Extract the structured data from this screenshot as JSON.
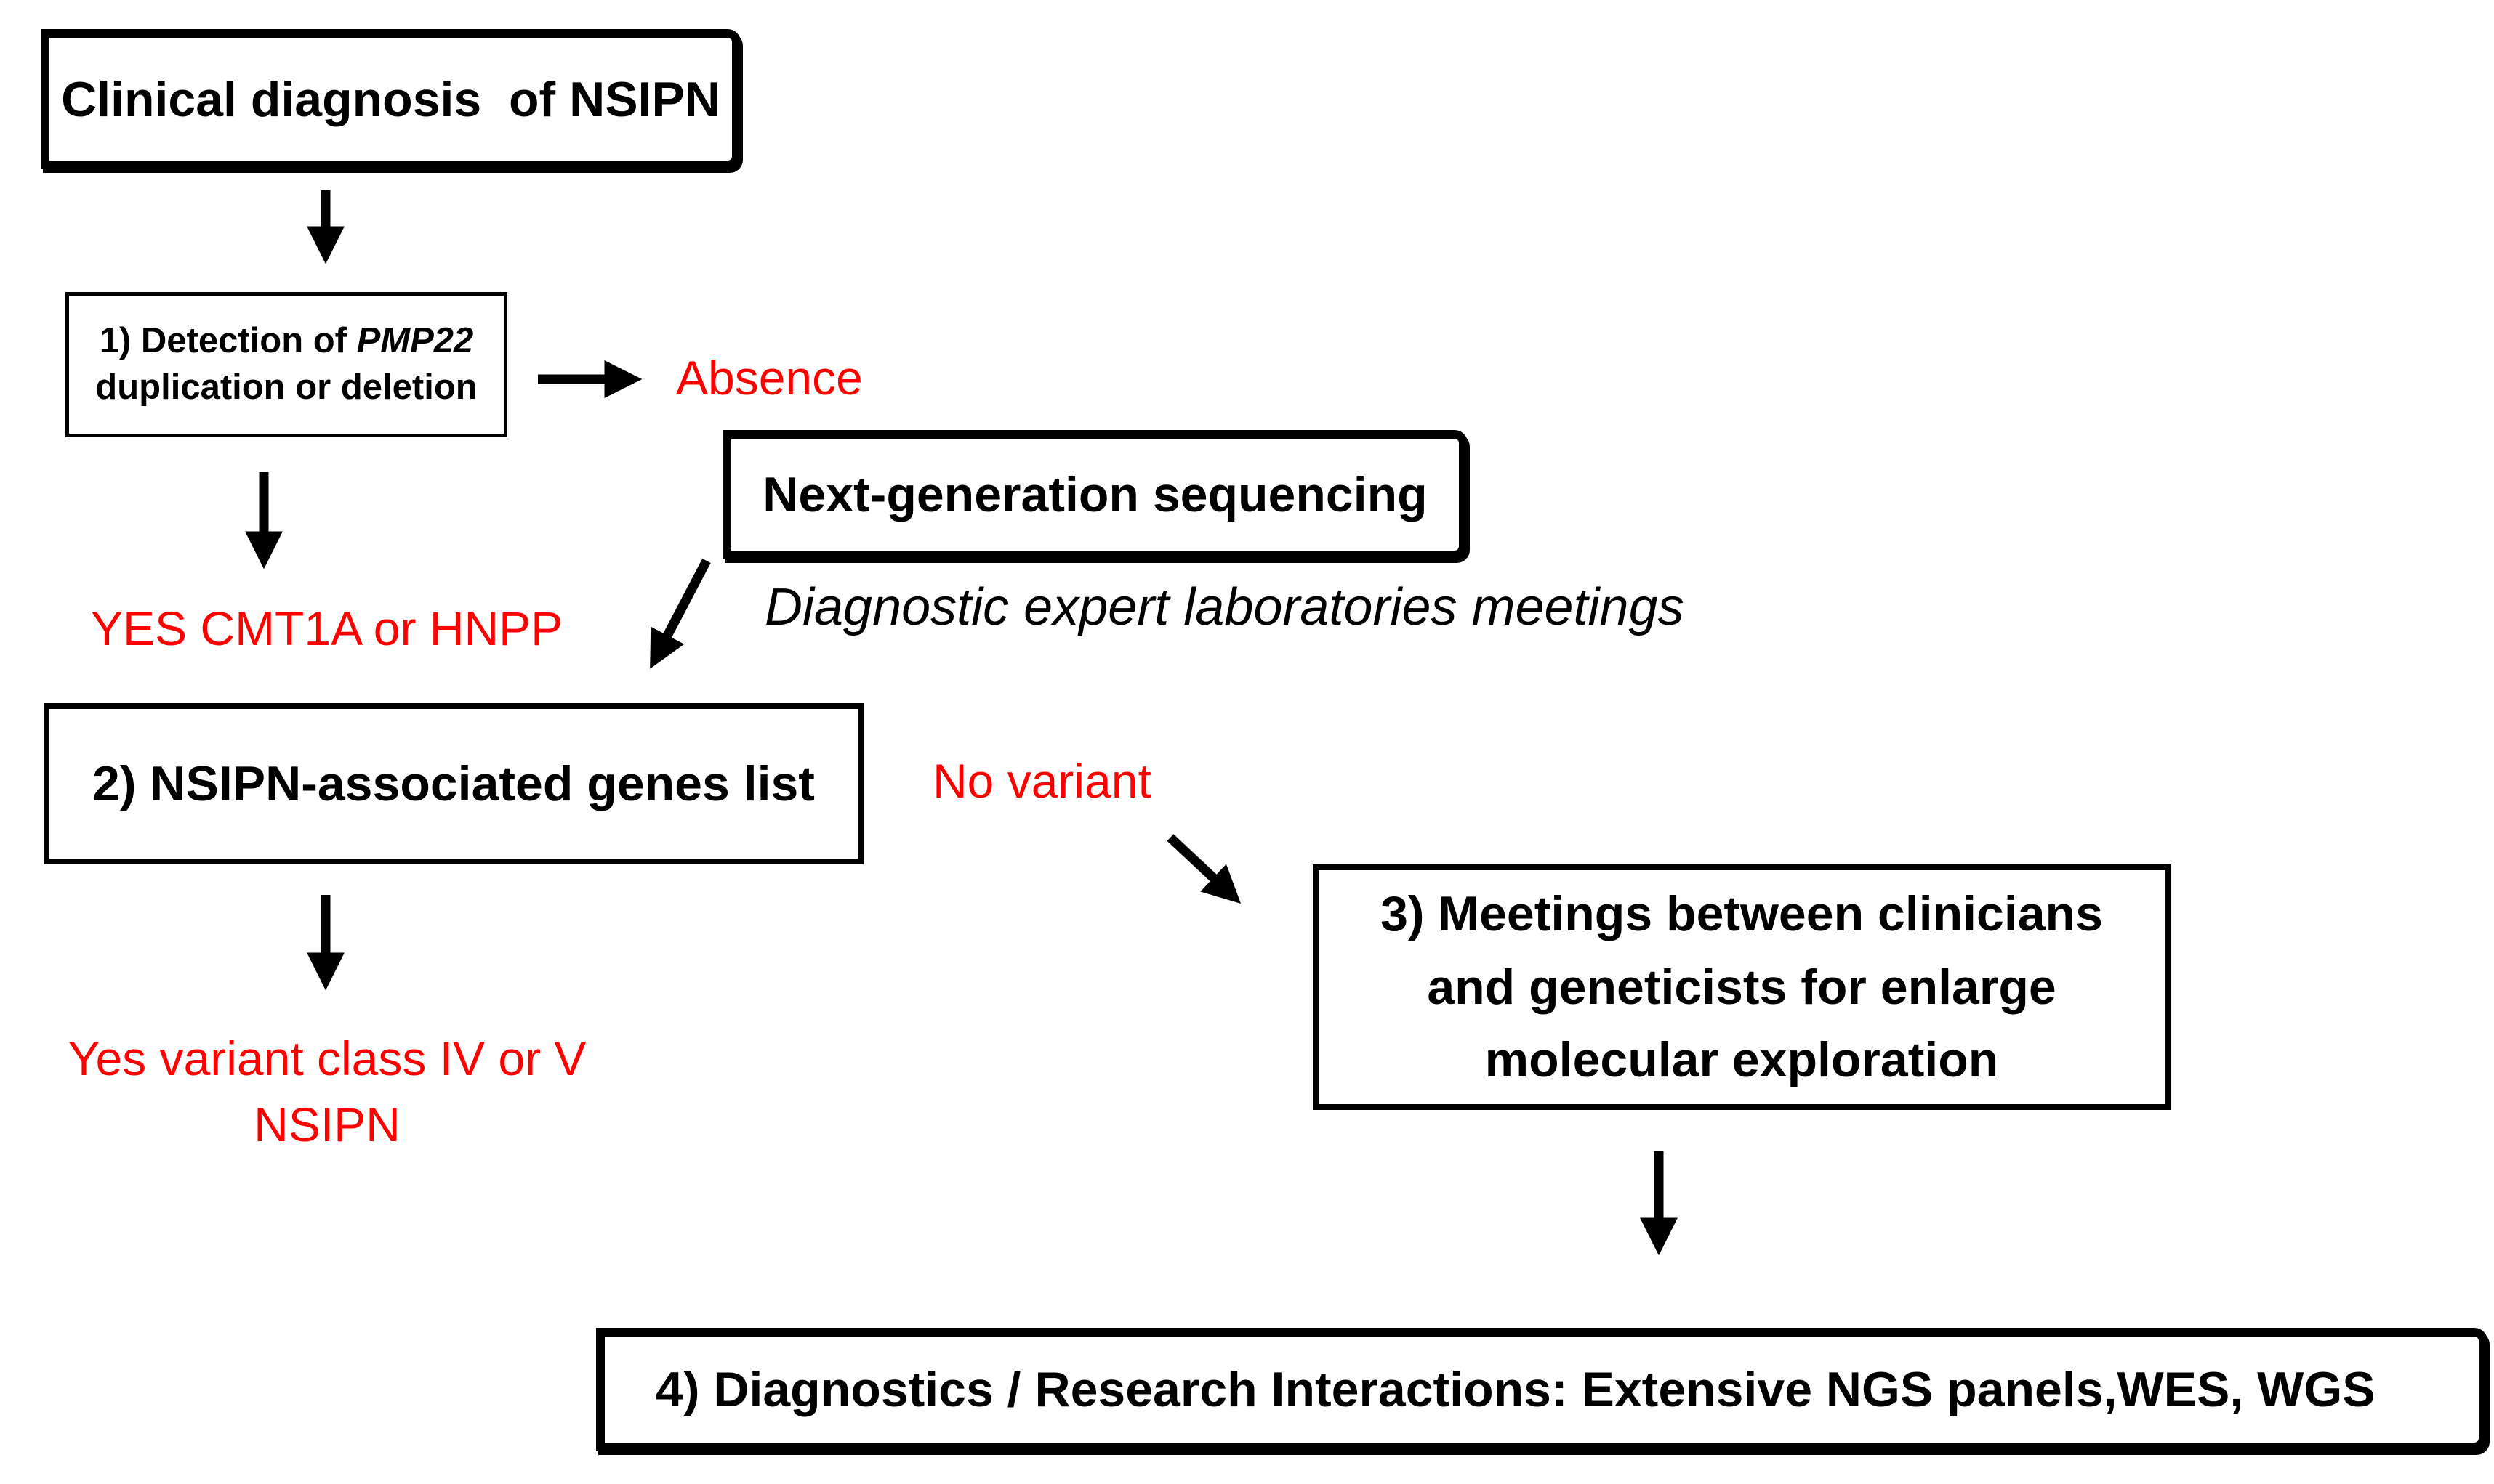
{
  "boxes": {
    "clinical": "Clinical diagnosis  of NSIPN",
    "pmp22_line1_prefix": "1) Detection of ",
    "pmp22_line1_gene": "PMP22",
    "pmp22_line2": "duplication or deletion",
    "ngs": "Next-generation sequencing",
    "genes_list": "2) NSIPN-associated genes list",
    "meetings_line1": "3) Meetings between clinicians",
    "meetings_line2": "and geneticists for enlarge",
    "meetings_line3": "molecular exploration",
    "diagnostics": "4) Diagnostics / Research Interactions: Extensive NGS panels,WES, WGS"
  },
  "labels": {
    "absence": "Absence",
    "yes_cmt": "YES CMT1A or HNPP",
    "expert_meetings": "Diagnostic expert laboratories meetings",
    "no_variant": "No variant",
    "yes_variant_line1": "Yes variant class IV or V",
    "yes_variant_line2": "NSIPN"
  },
  "colors": {
    "outcome_text": "#ff0000",
    "lines": "#000000"
  }
}
